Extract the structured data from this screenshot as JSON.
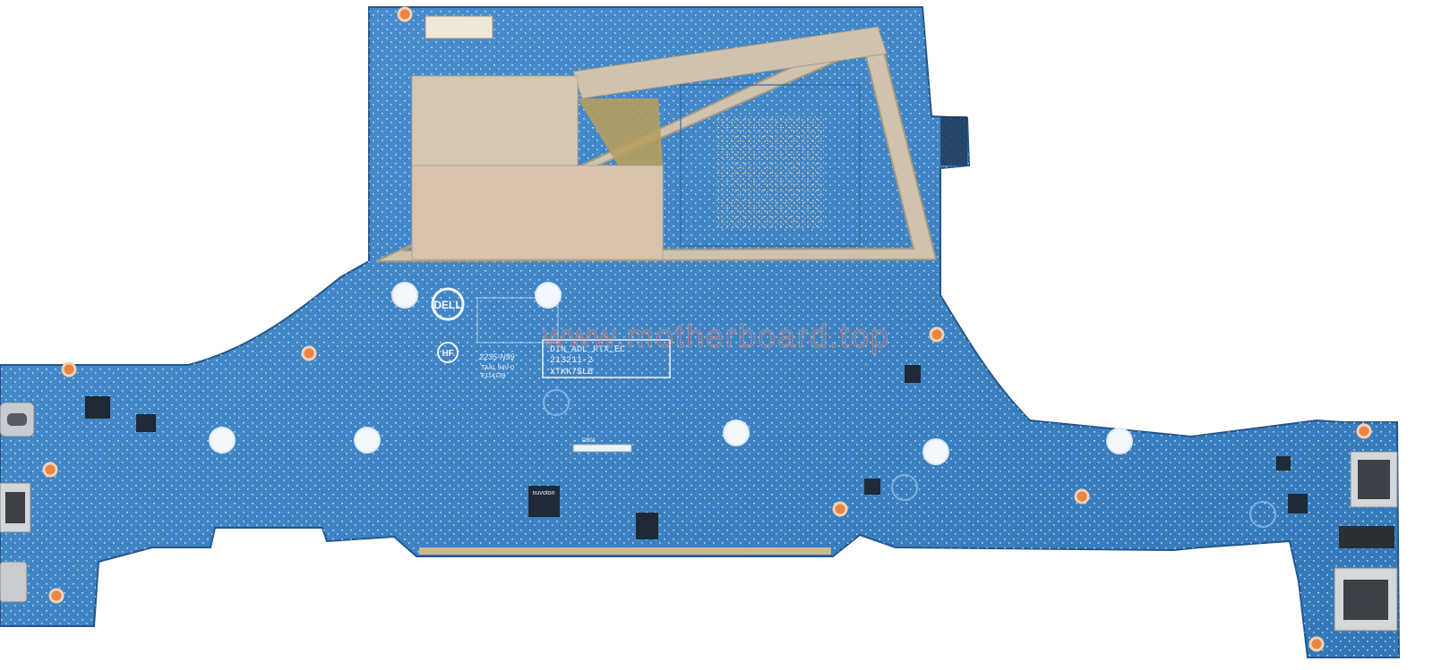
{
  "board": {
    "watermark": "www.motherboard.top",
    "brand_logo_text": "DELL",
    "hf_mark": "HF",
    "label_lines": [
      "DIN_ADL_RTX_EC",
      "213211-2",
      "XTKK7$LB"
    ],
    "date_code": "2235-N99",
    "rating_lines": [
      "TAAL 94V-0",
      "E114139"
    ],
    "ic_marking": "nuvoton",
    "connector_label": "DB01"
  },
  "colors": {
    "pcb": "#3f86c6",
    "pcb_dark": "#2d6aa6",
    "shim": "#d7c8b7",
    "pad": "#c5a683",
    "brass": "#c3a96a",
    "screw_ring": "#e07a36",
    "mount_hole": "#f3f7fb"
  },
  "icons": {
    "usb_c": "usb-c-port",
    "usb_a": "usb-a-port",
    "audio": "audio-jack",
    "card": "sd-card-slot"
  }
}
